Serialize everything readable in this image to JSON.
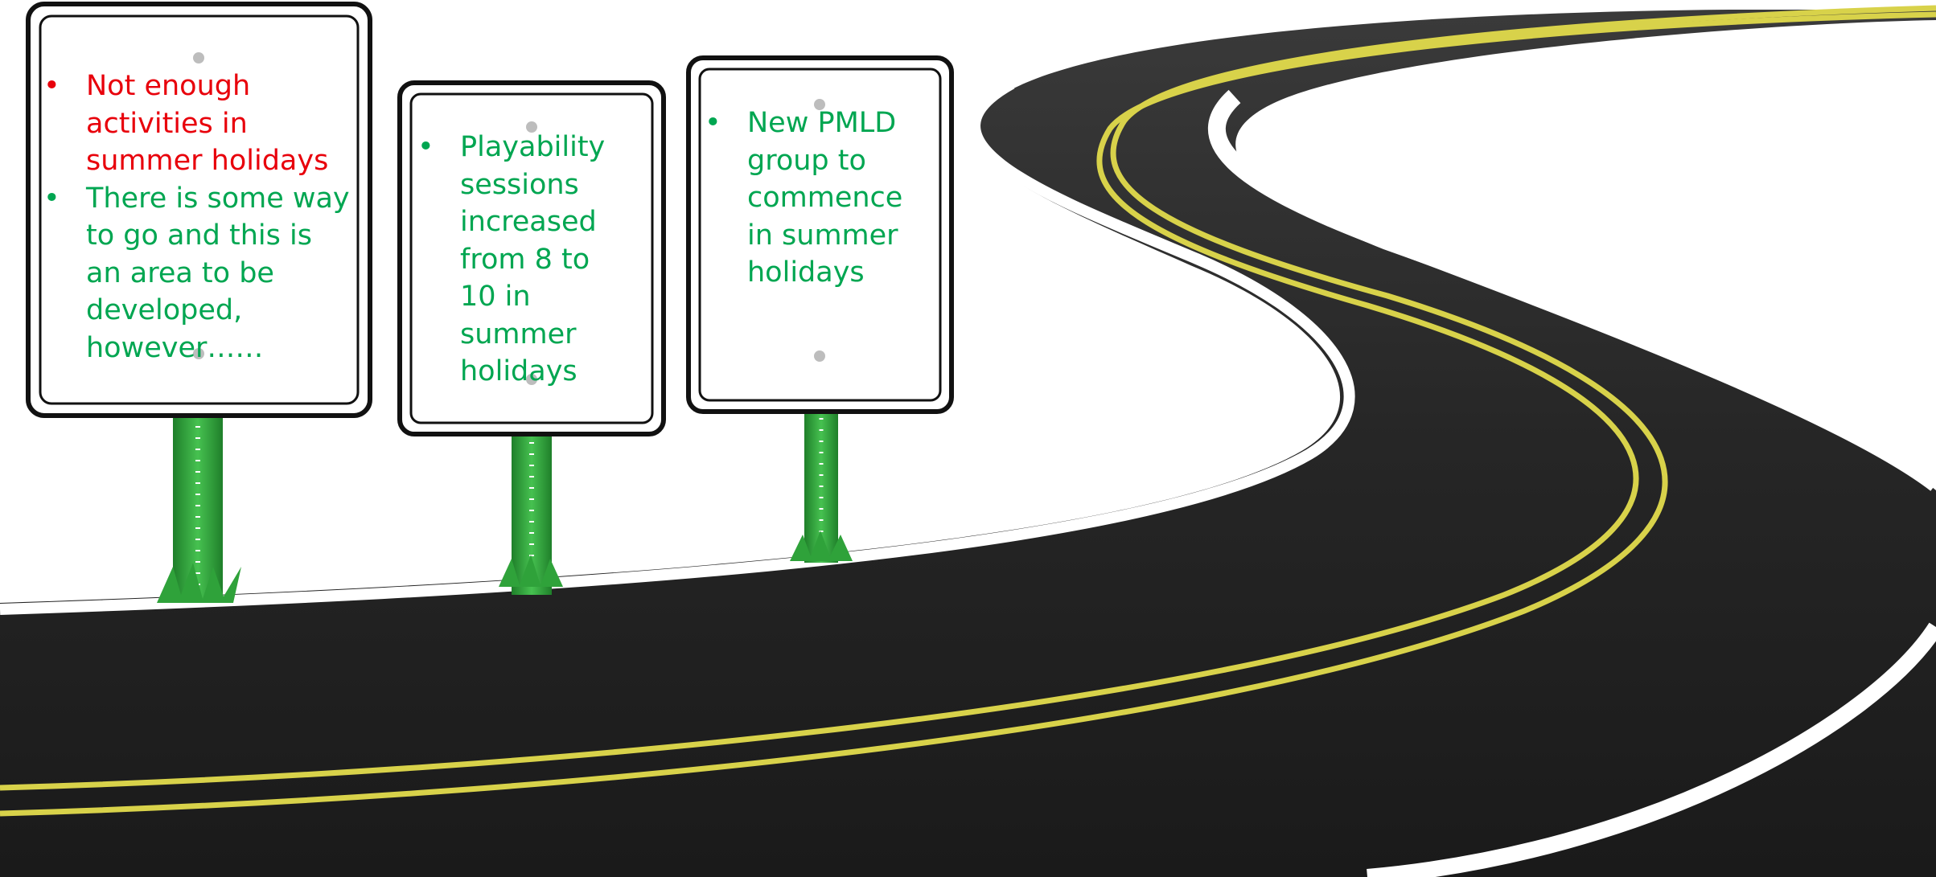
{
  "signs": [
    {
      "bullets": [
        {
          "text": "Not enough activities in summer holidays",
          "color": "#e8000b"
        },
        {
          "text": "There is some way to go and this is an area to be developed, however……",
          "color": "#00a651"
        }
      ]
    },
    {
      "bullets": [
        {
          "text": "Playability sessions increased from 8 to 10 in summer holidays",
          "color": "#00a651"
        }
      ]
    },
    {
      "bullets": [
        {
          "text": "New PMLD group to commence in summer holidays",
          "color": "#00a651"
        }
      ]
    }
  ],
  "colors": {
    "road": "#2b2b2b",
    "road_edge": "#ffffff",
    "center_line": "#d8d24a",
    "post": "#2fa23a",
    "sign_face": "#ffffff",
    "sign_border": "#111111"
  }
}
